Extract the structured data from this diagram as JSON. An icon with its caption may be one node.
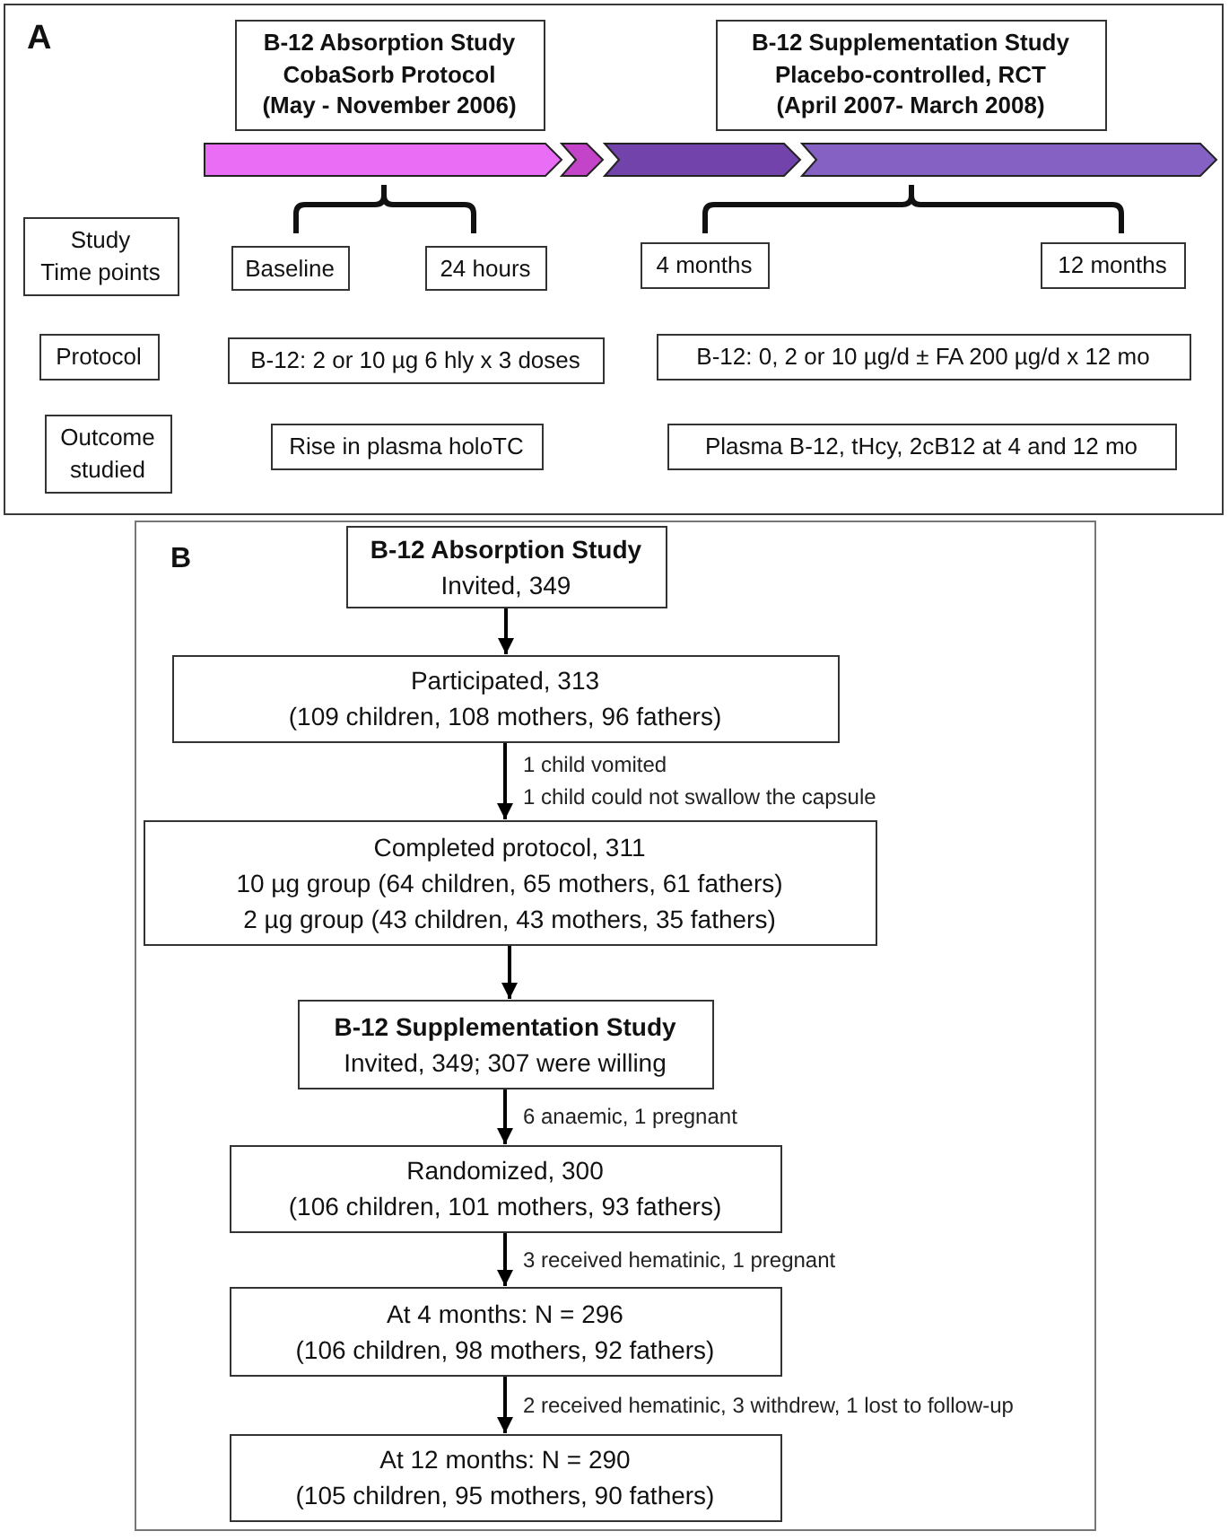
{
  "diagram": {
    "nodes": [
      {
        "text": [
          "A"
        ]
      },
      {
        "text": [
          "B-12 Absorption Study",
          "CobaSorb Protocol",
          "(May - November 2006)"
        ],
        "in": 0
      },
      {
        "text": [
          "B-12 Supplementation Study",
          "Placebo-controlled, RCT",
          "(April 2007- March 2008)"
        ],
        "in": 0
      },
      {
        "text": [
          "Study Time points"
        ],
        "in": 0
      },
      {
        "text": [
          "Baseline"
        ],
        "in": 0
      },
      {
        "text": [
          "24 hours"
        ],
        "in": 0
      },
      {
        "text": [
          "4 months"
        ],
        "in": 0
      },
      {
        "text": [
          "12 months"
        ],
        "in": 0
      },
      {
        "text": [
          "Protocol"
        ],
        "in": 0
      },
      {
        "text": [
          "B-12: 2 or 10 µg 6 hly x 3 doses"
        ],
        "in": 0
      },
      {
        "text": [
          "B-12: 0, 2 or 10 µg/d ± FA 200 µg/d x 12 mo"
        ],
        "in": 0
      },
      {
        "text": [
          "Outcome studied"
        ],
        "in": 0
      },
      {
        "text": [
          "Rise in plasma holoTC"
        ],
        "in": 0
      },
      {
        "text": [
          "Plasma B-12, tHcy, 2cB12 at 4 and 12 mo"
        ],
        "in": 0
      },
      {
        "text": [
          "B"
        ]
      },
      {
        "text": [
          "B-12 Absorption Study",
          "Invited, 349"
        ],
        "in": 14
      },
      {
        "text": [
          "Participated, 313",
          "(109 children, 108 mothers, 96 fathers)"
        ],
        "in": 14
      },
      {
        "text": [
          "Completed protocol, 311",
          "10 µg group (64 children, 65 mothers, 61 fathers)",
          "2 µg group (43 children, 43 mothers, 35 fathers)"
        ],
        "in": 14
      },
      {
        "text": [
          "B-12 Supplementation Study",
          "Invited, 349; 307 were willing"
        ],
        "in": 14
      },
      {
        "text": [
          "Randomized, 300",
          "(106 children, 101 mothers, 93 fathers)"
        ],
        "in": 14
      },
      {
        "text": [
          "At 4 months: N = 296",
          "(106 children, 98 mothers, 92 fathers)"
        ],
        "in": 14
      },
      {
        "text": [
          "At 12 months: N = 290",
          "(105 children, 95 mothers, 90 fathers)"
        ],
        "in": 14
      }
    ],
    "edges": [
      {
        "from": 15,
        "to": 16,
        "arrow": "to"
      },
      {
        "from": 16,
        "to": 17,
        "arrow": "to",
        "label": "1 child vomited 1 child could not swallow the capsule"
      },
      {
        "from": 17,
        "to": 18,
        "arrow": "to"
      },
      {
        "from": 18,
        "to": 19,
        "arrow": "to",
        "label": "6 anaemic, 1 pregnant"
      },
      {
        "from": 19,
        "to": 20,
        "arrow": "to",
        "label": "3 received hematinic, 1 pregnant"
      },
      {
        "from": 20,
        "to": 21,
        "arrow": "to",
        "label": "2 received hematinic, 3 withdrew, 1 lost to follow-up"
      }
    ]
  }
}
